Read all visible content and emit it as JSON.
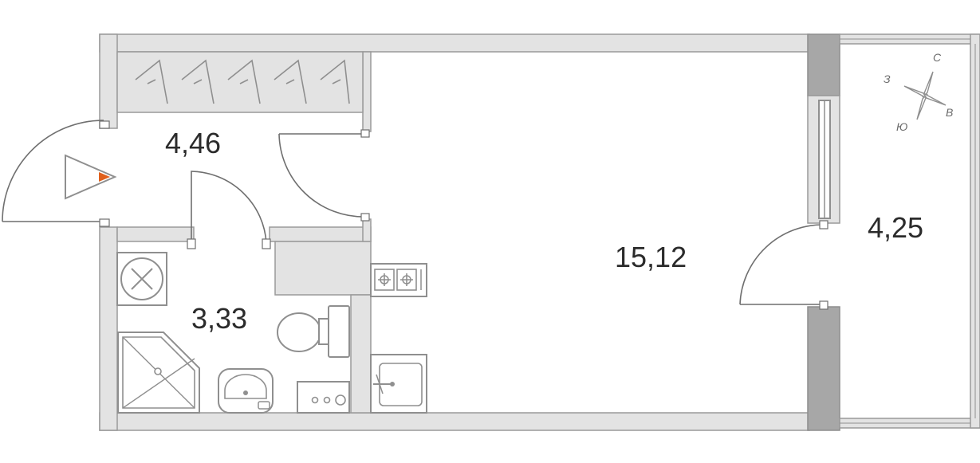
{
  "rooms": {
    "hall_area": "4,46",
    "bath_area": "3,33",
    "living_area": "15,12",
    "balcony_area": "4,25"
  },
  "compass": {
    "north": "С",
    "east": "В",
    "south": "Ю",
    "west": "З"
  },
  "colors": {
    "wall": "#e3e3e3",
    "wall_dark": "#a7a7a7",
    "entrance_marker": "#e0601c"
  },
  "icons": {
    "hangers": "hanger-icon",
    "vent": "ventilation-fan-icon",
    "entrance": "entrance-arrow-icon",
    "compass": "compass-rose-icon"
  }
}
